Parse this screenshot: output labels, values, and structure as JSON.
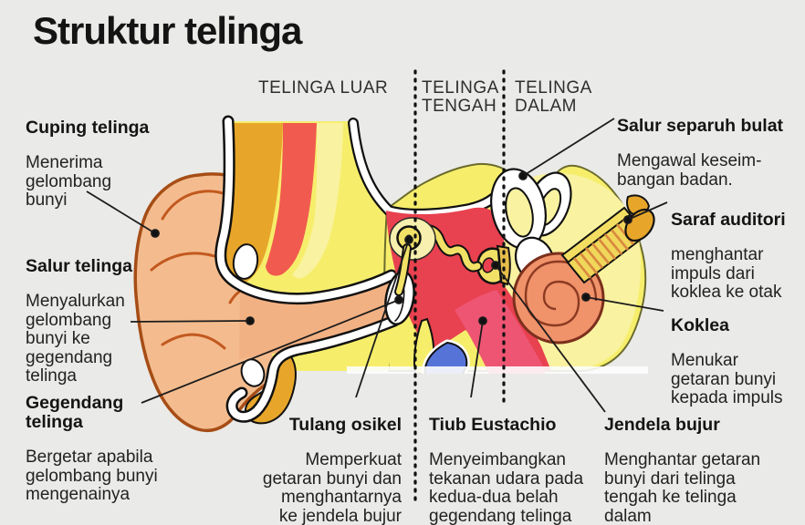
{
  "title": "Struktur telinga",
  "sections": {
    "luar": "TELINGA LUAR",
    "tengah": "TELINGA\nTENGAH",
    "dalam": "TELINGA\nDALAM"
  },
  "labels": {
    "cuping": {
      "title": "Cuping telinga",
      "desc": "Menerima\ngelombang\nbunyi"
    },
    "salur": {
      "title": "Salur telinga",
      "desc": "Menyalurkan\ngelombang\nbunyi ke\ngegendang\ntelinga"
    },
    "gegendang": {
      "title": "Gegendang\ntelinga",
      "desc": "Bergetar apabila\ngelombang bunyi\nmengenainya"
    },
    "tulang": {
      "title": "Tulang osikel",
      "desc": "Memperkuat\ngetaran bunyi dan\nmenghantarnya\nke jendela bujur"
    },
    "tiub": {
      "title": "Tiub Eustachio",
      "desc": "Menyeimbangkan\ntekanan udara pada\nkedua-dua belah\ngegendang telinga"
    },
    "salur_separuh": {
      "title": "Salur separuh bulat",
      "desc": "Mengawal keseim-\nbangan badan."
    },
    "saraf": {
      "title": "Saraf auditori",
      "desc": "menghantar\nimpuls dari\nkoklea ke otak"
    },
    "koklea": {
      "title": "Koklea",
      "desc": "Menukar\ngetaran bunyi\nkepada impuls"
    },
    "jendela": {
      "title": "Jendela bujur",
      "desc": "Menghantar getaran\nbunyi dari telinga\ntengah ke telinga\ndalam"
    }
  },
  "colors": {
    "background": "#eaeae8",
    "text": "#222222",
    "heading": "#141414",
    "skin": "#f4bc8e",
    "skin_outline": "#a64d16",
    "bone_yellow": "#f6ee6b",
    "bone_pale": "#f9f2a0",
    "bone_gold": "#e7a62a",
    "band_red": "#f15a4e",
    "cavity_red": "#e8414f",
    "tube_pink": "#ee5573",
    "cochlea_orange": "#f0926a",
    "ossicle_yellow": "#f2e167",
    "eustachio_blue": "#5674d8",
    "white": "#ffffff"
  }
}
